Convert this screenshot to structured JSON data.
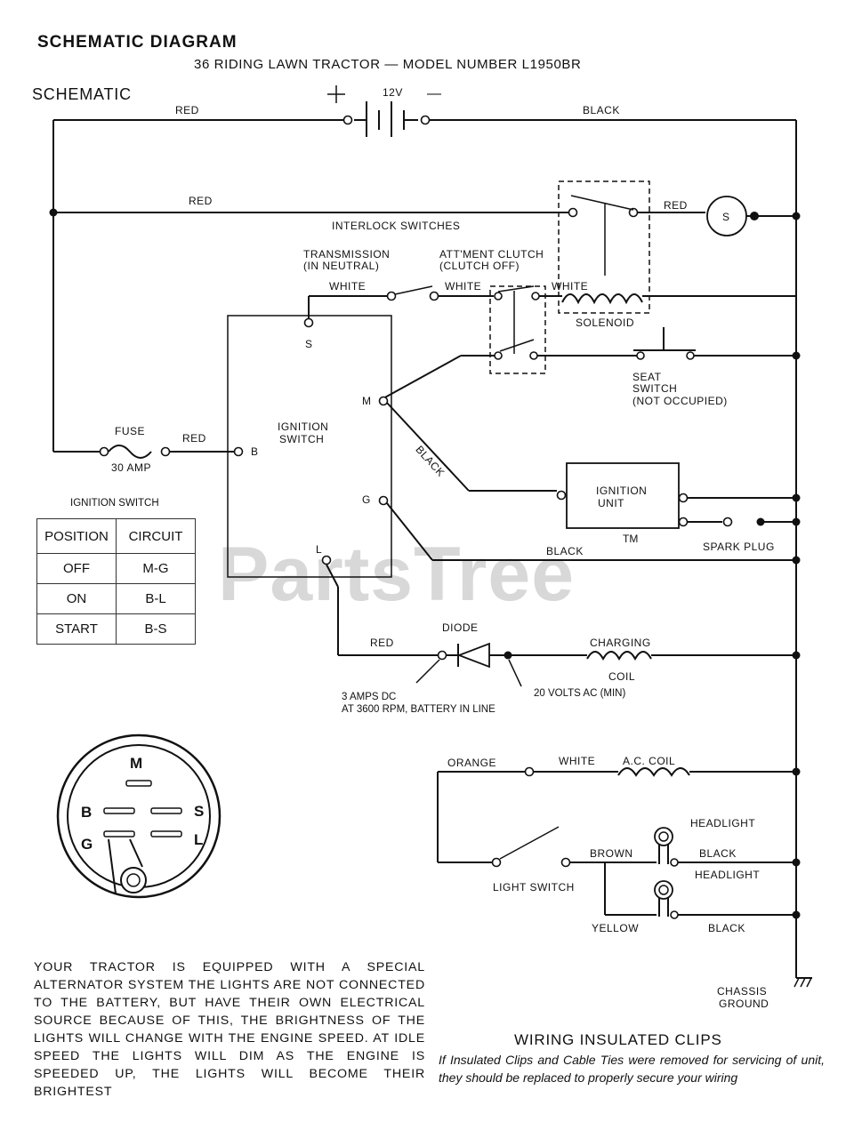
{
  "header": {
    "title": "SCHEMATIC DIAGRAM",
    "subtitle": "36  RIDING LAWN TRACTOR — MODEL NUMBER L1950BR",
    "section": "SCHEMATIC"
  },
  "battery": {
    "plus": "+",
    "voltage": "12V",
    "minus": "—"
  },
  "wires": {
    "red_top": "RED",
    "black_top": "BLACK",
    "red_interlock": "RED",
    "red_starter": "RED",
    "white_1": "WHITE",
    "white_2": "WHITE",
    "white_3": "WHITE",
    "red_fuse": "RED",
    "black_m": "BLACK",
    "black_g": "BLACK",
    "red_l": "RED",
    "orange": "ORANGE",
    "white_ac": "WHITE",
    "brown": "BROWN",
    "yellow": "YELLOW",
    "black_hl1": "BLACK",
    "black_hl2": "BLACK"
  },
  "components": {
    "interlock_switches": "INTERLOCK SWITCHES",
    "transmission": "TRANSMISSION",
    "transmission_state": "(IN NEUTRAL)",
    "attachment_clutch": "ATT'MENT CLUTCH",
    "attachment_clutch_state": "(CLUTCH OFF)",
    "starter": "S",
    "solenoid": "SOLENOID",
    "seat_switch": "SEAT",
    "seat_switch_2": "SWITCH",
    "seat_switch_state": "(NOT OCCUPIED)",
    "fuse": "FUSE",
    "fuse_rating": "30 AMP",
    "ignition_switch_1": "IGNITION",
    "ignition_switch_2": "SWITCH",
    "term_s": "S",
    "term_m": "M",
    "term_b": "B",
    "term_g": "G",
    "term_l": "L",
    "ignition_unit_1": "IGNITION",
    "ignition_unit_2": "UNIT",
    "spark_plug": "SPARK PLUG",
    "diode": "DIODE",
    "charging": "CHARGING",
    "coil": "COIL",
    "diode_note_1": "3 AMPS DC",
    "diode_note_2": "AT 3600 RPM, BATTERY IN LINE",
    "ac_note": "20 VOLTS AC (MIN)",
    "ac_coil": "A.C. COIL",
    "light_switch": "LIGHT SWITCH",
    "headlight_1": "HEADLIGHT",
    "headlight_2": "HEADLIGHT",
    "chassis": "CHASSIS",
    "ground": "GROUND"
  },
  "ignition_table": {
    "caption": "IGNITION SWITCH",
    "headers": [
      "POSITION",
      "CIRCUIT"
    ],
    "rows": [
      [
        "OFF",
        "M-G"
      ],
      [
        "ON",
        "B-L"
      ],
      [
        "START",
        "B-S"
      ]
    ]
  },
  "switch_face": {
    "m": "M",
    "b": "B",
    "s": "S",
    "g": "G",
    "l": "L"
  },
  "watermark": {
    "text": "PartsTree",
    "tm": "TM"
  },
  "note": "YOUR TRACTOR IS EQUIPPED WITH A SPECIAL ALTERNATOR SYSTEM   THE LIGHTS ARE NOT CONNECTED TO THE BATTERY, BUT HAVE THEIR OWN ELECTRICAL SOURCE   BECAUSE OF THIS, THE BRIGHTNESS OF THE LIGHTS WILL CHANGE WITH THE ENGINE SPEED. AT IDLE SPEED THE LIGHTS WILL DIM AS THE ENGINE IS SPEEDED UP, THE LIGHTS WILL BECOME THEIR BRIGHTEST",
  "clips": {
    "title": "WIRING INSULATED CLIPS",
    "body": "If Insulated Clips and Cable Ties were removed for servicing of unit, they should be replaced to properly secure your wiring"
  }
}
